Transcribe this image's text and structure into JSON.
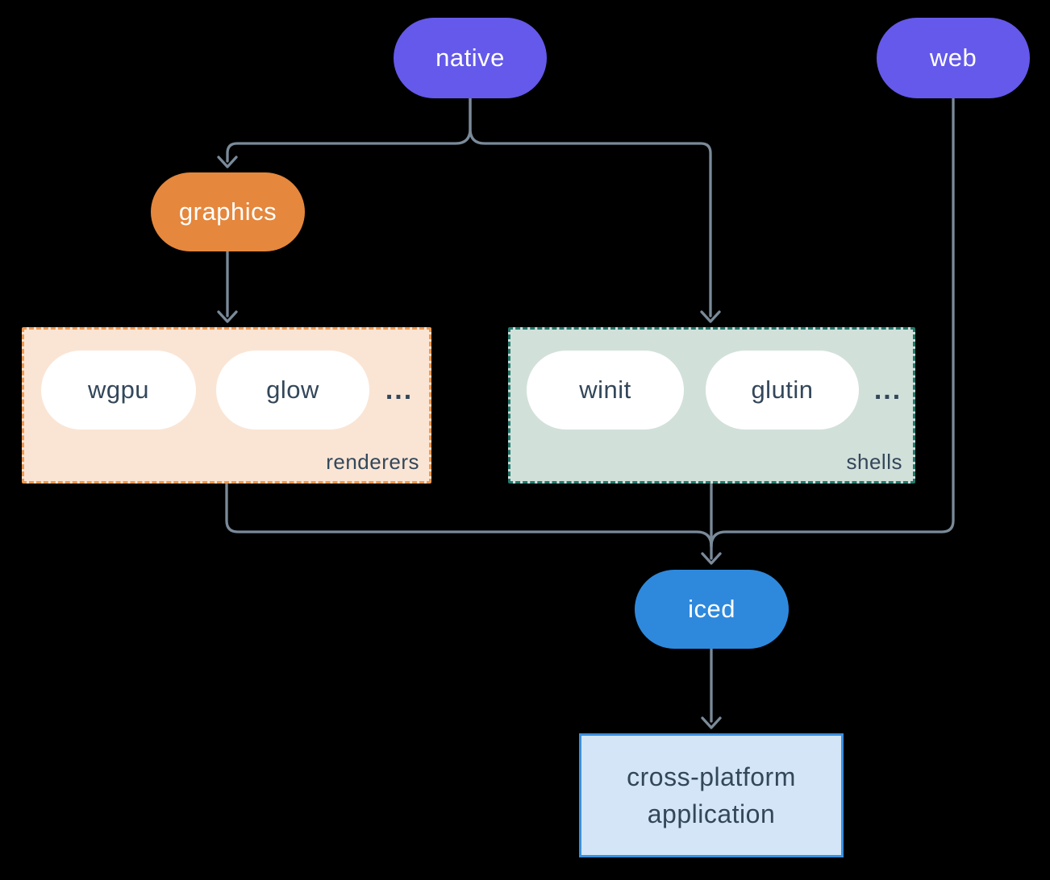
{
  "diagram": {
    "nodes": {
      "native": {
        "label": "native"
      },
      "web": {
        "label": "web"
      },
      "graphics": {
        "label": "graphics"
      },
      "iced": {
        "label": "iced"
      },
      "app": {
        "label": "cross-platform application"
      }
    },
    "groups": {
      "renderers": {
        "label": "renderers",
        "items": [
          "wgpu",
          "glow"
        ],
        "more": "..."
      },
      "shells": {
        "label": "shells",
        "items": [
          "winit",
          "glutin"
        ],
        "more": "..."
      }
    },
    "edges": [
      {
        "from": "native",
        "to": "graphics"
      },
      {
        "from": "native",
        "to": "shells"
      },
      {
        "from": "graphics",
        "to": "renderers"
      },
      {
        "from": "renderers",
        "to": "iced"
      },
      {
        "from": "shells",
        "to": "iced"
      },
      {
        "from": "web",
        "to": "iced"
      },
      {
        "from": "iced",
        "to": "app"
      }
    ],
    "colors": {
      "background": "#000000",
      "node_purple": "#6459EA",
      "node_orange": "#E5873C",
      "node_blue": "#2E89DC",
      "pill_bg": "#FFFFFF",
      "dark_text": "#33475A",
      "renderers_bg": "#FAE5D5",
      "renderers_border": "#ED9A54",
      "shells_bg": "#D2E0DA",
      "shells_border": "#24796C",
      "app_bg": "#D3E5F6",
      "app_border": "#3C8FDE",
      "connector": "#7A8A99"
    }
  }
}
